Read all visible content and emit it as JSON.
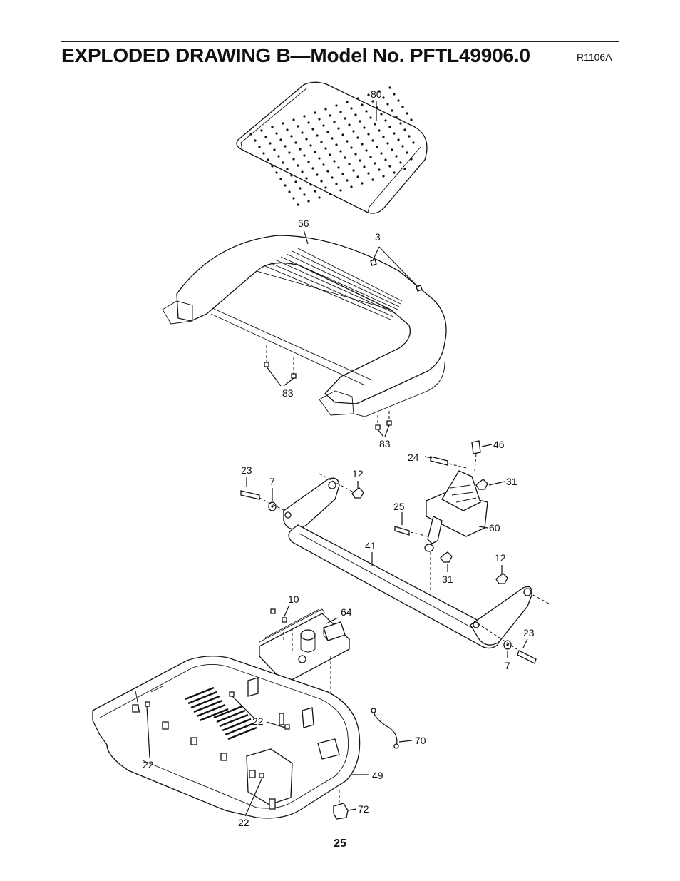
{
  "header": {
    "title": "EXPLODED DRAWING B—Model No. PFTL49906.0",
    "drawing_code": "R1106A"
  },
  "footer": {
    "page_number": "25"
  },
  "callouts": {
    "c80": "80",
    "c56": "56",
    "c3": "3",
    "c83a": "83",
    "c83b": "83",
    "c46": "46",
    "c24": "24",
    "c31a": "31",
    "c23a": "23",
    "c7a": "7",
    "c12a": "12",
    "c25": "25",
    "c60": "60",
    "c41": "41",
    "c31b": "31",
    "c12b": "12",
    "c23b": "23",
    "c7b": "7",
    "c10": "10",
    "c64": "64",
    "c22a": "22",
    "c70": "70",
    "c22b": "22",
    "c49": "49",
    "c72": "72",
    "c22c": "22"
  }
}
